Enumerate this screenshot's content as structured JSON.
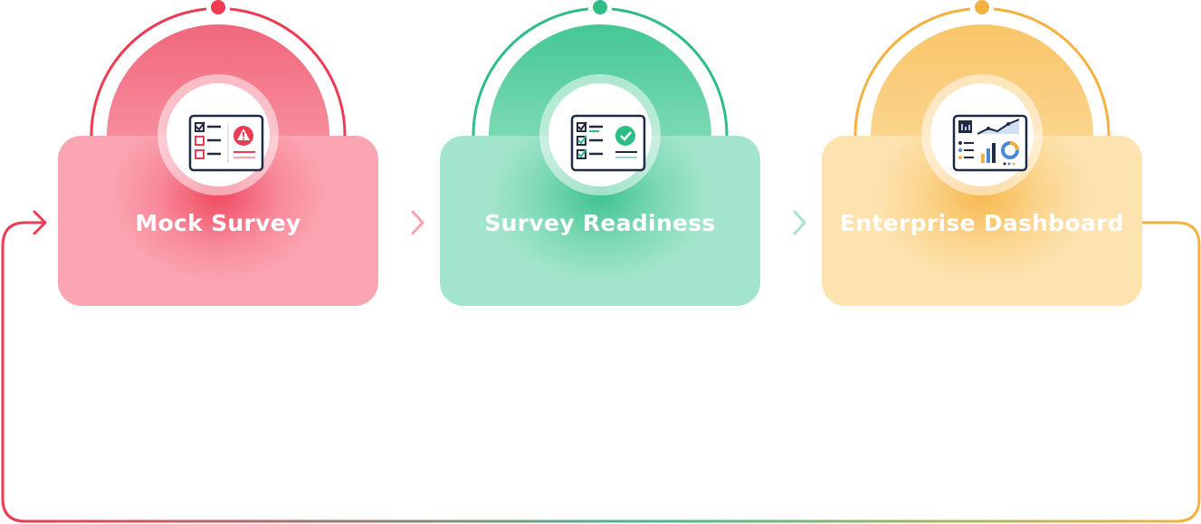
{
  "steps": [
    {
      "label": "Mock Survey",
      "icon": "checklist-alert-icon",
      "color": "#ee3a52"
    },
    {
      "label": "Survey Readiness",
      "icon": "checklist-check-icon",
      "color": "#2ebd86"
    },
    {
      "label": "Enterprise Dashboard",
      "icon": "dashboard-analytics-icon",
      "color": "#f5b13f"
    }
  ]
}
